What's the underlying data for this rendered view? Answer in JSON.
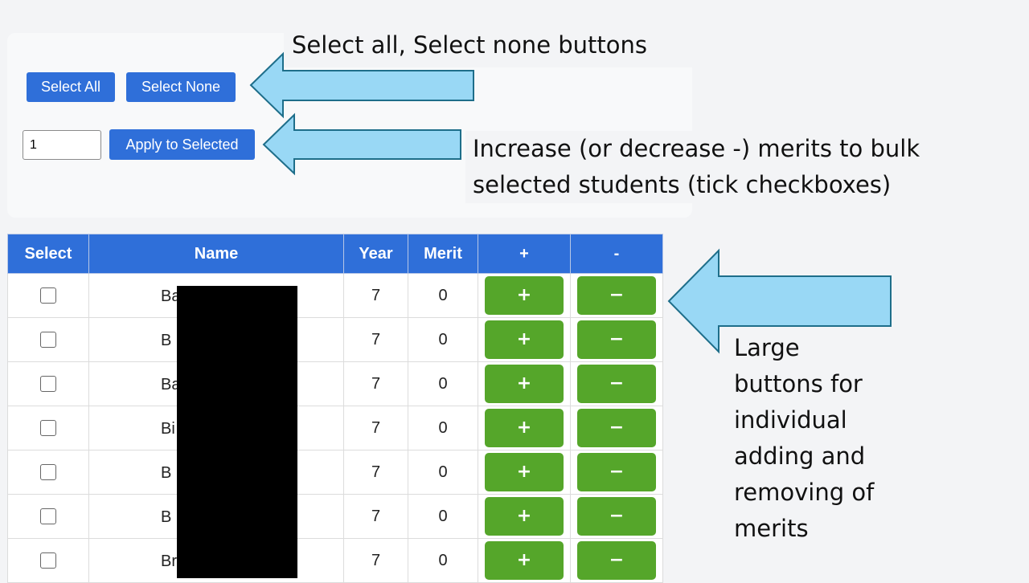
{
  "toolbar": {
    "select_all_label": "Select All",
    "select_none_label": "Select None",
    "merit_input_value": "1",
    "apply_label": "Apply to Selected"
  },
  "annotations": {
    "select_buttons": "Select all, Select none buttons",
    "bulk_line1": "Increase (or decrease -) merits to bulk",
    "bulk_line2": "selected students (tick checkboxes)",
    "large_buttons_lines": [
      "Large",
      "buttons for",
      "individual",
      "adding and",
      "removing of",
      "merits"
    ]
  },
  "table": {
    "headers": [
      "Select",
      "Name",
      "Year",
      "Merit",
      "+",
      "-"
    ],
    "plus_label": "+",
    "minus_label": "−",
    "rows": [
      {
        "name": "Ba",
        "year": "7",
        "merit": "0"
      },
      {
        "name": "B",
        "year": "7",
        "merit": "0"
      },
      {
        "name": "Ba",
        "year": "7",
        "merit": "0"
      },
      {
        "name": "Bi",
        "year": "7",
        "merit": "0"
      },
      {
        "name": "B",
        "year": "7",
        "merit": "0"
      },
      {
        "name": "B",
        "year": "7",
        "merit": "0"
      },
      {
        "name": "Br",
        "year": "7",
        "merit": "0"
      }
    ]
  },
  "colors": {
    "header_blue": "#2f6fd9",
    "button_green": "#55a62a",
    "arrow_fill": "#99d8f5",
    "arrow_stroke": "#1e6e8a"
  }
}
